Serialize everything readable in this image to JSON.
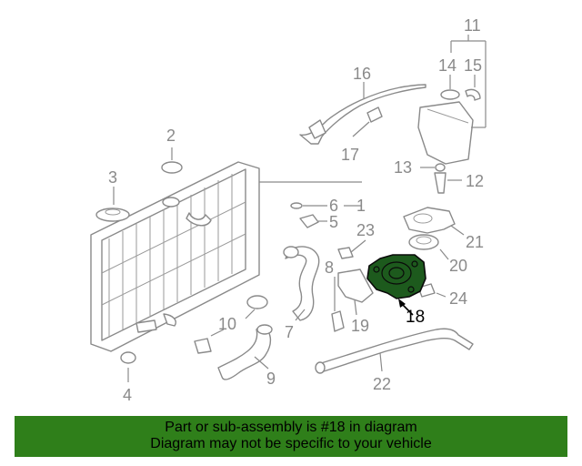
{
  "diagram": {
    "callouts": {
      "c1": "1",
      "c2": "2",
      "c3": "3",
      "c4": "4",
      "c5": "5",
      "c6": "6",
      "c7": "7",
      "c8": "8",
      "c9": "9",
      "c10": "10",
      "c11": "11",
      "c12": "12",
      "c13": "13",
      "c14": "14",
      "c15": "15",
      "c16": "16",
      "c17": "17",
      "c18": "18",
      "c19": "19",
      "c20": "20",
      "c21": "21",
      "c22": "22",
      "c23": "23",
      "c24": "24"
    },
    "highlighted_part": "18",
    "colors": {
      "highlight": "#1d5a1d",
      "line_art": "#8a8a8a",
      "banner": "#2f7f1a"
    }
  },
  "banner": {
    "line1": "Part or sub-assembly is #18 in diagram",
    "line2": "Diagram may not be specific to your vehicle"
  }
}
